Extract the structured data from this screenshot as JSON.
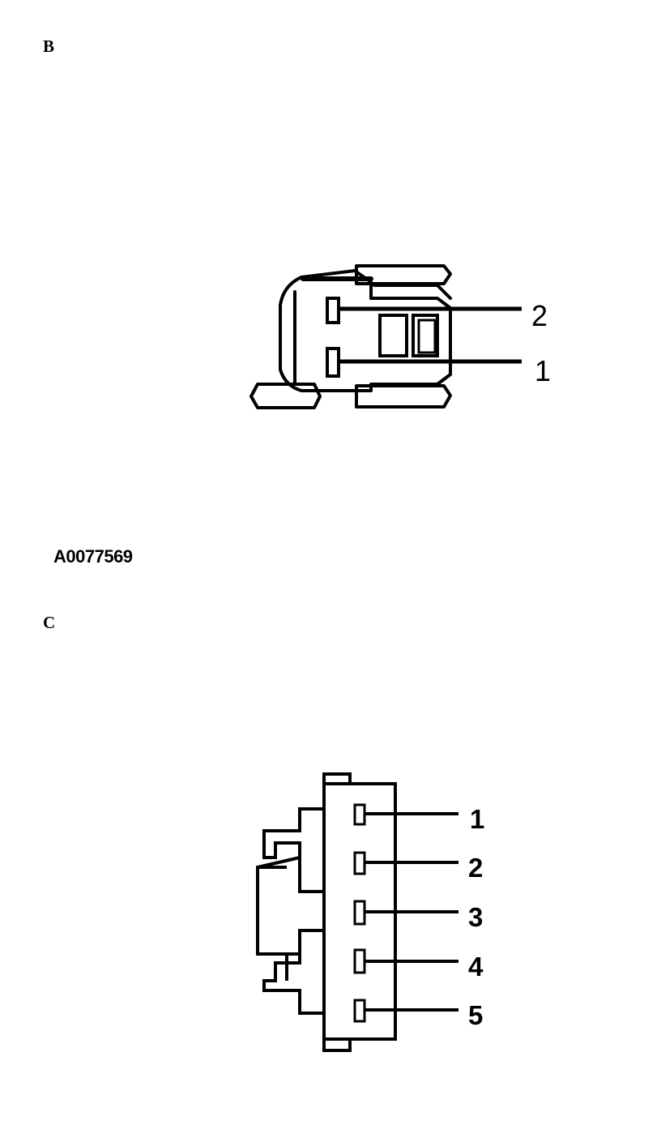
{
  "connector_b": {
    "label": "B",
    "figure_id": "A0077569",
    "pins": [
      "2",
      "1"
    ]
  },
  "connector_c": {
    "label": "C",
    "pins": [
      "1",
      "2",
      "3",
      "4",
      "5"
    ]
  }
}
